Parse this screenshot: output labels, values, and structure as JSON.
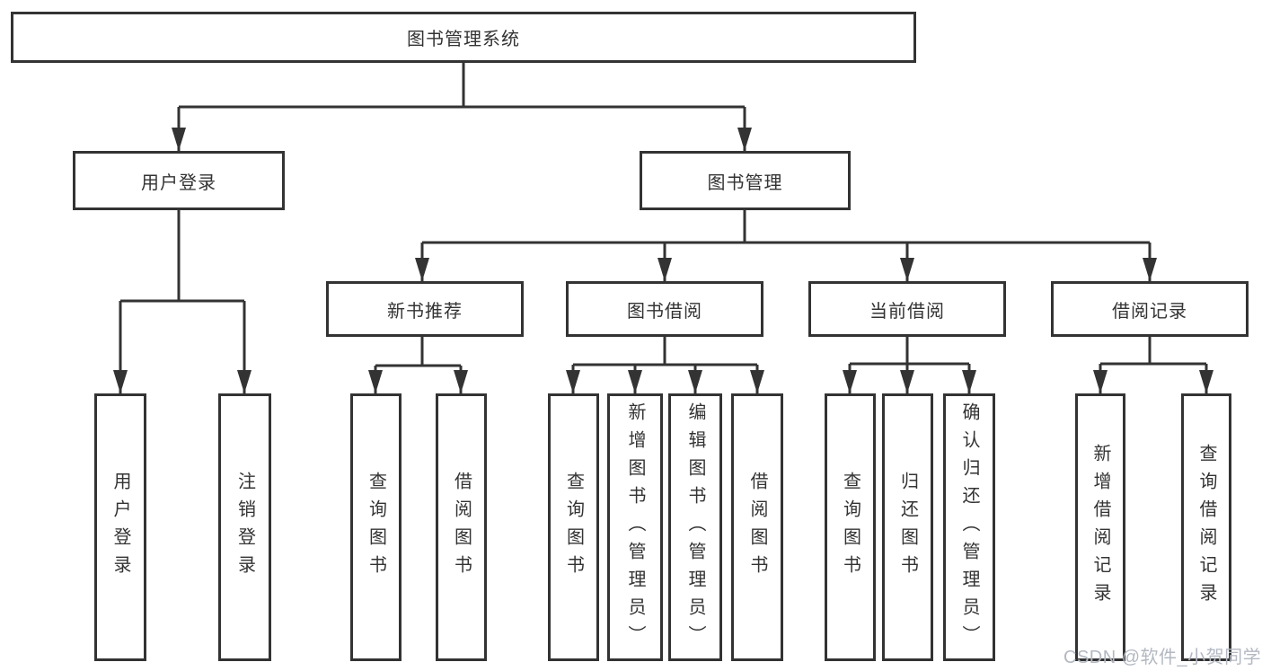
{
  "nodes": {
    "root": "图书管理系统",
    "level2": [
      "用户登录",
      "图书管理"
    ],
    "level3": [
      "新书推荐",
      "图书借阅",
      "当前借阅",
      "借阅记录"
    ],
    "leaves_user_login": [
      "用户登录",
      "注销登录"
    ],
    "leaves_new_book": [
      "查询图书",
      "借阅图书"
    ],
    "leaves_book_borrow": [
      "查询图书",
      "新增图书（管理员）",
      "编辑图书（管理员）",
      "借阅图书"
    ],
    "leaves_current_borrow": [
      "查询图书",
      "归还图书",
      "确认归还（管理员）"
    ],
    "leaves_borrow_record": [
      "新增借阅记录",
      "查询借阅记录"
    ]
  },
  "watermark": "CSDN @软件_小贺同学",
  "colors": {
    "line": "#333333",
    "text": "#333333",
    "watermark": "#b3b8c2",
    "background": "#ffffff"
  }
}
